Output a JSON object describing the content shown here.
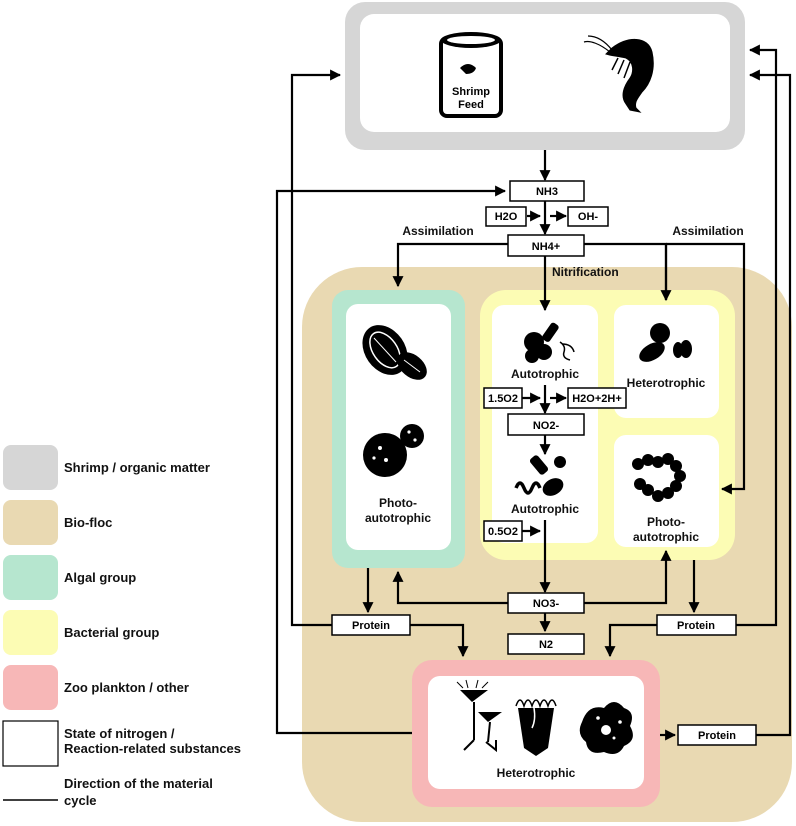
{
  "legend": {
    "shrimp": {
      "label": "Shrimp / organic matter",
      "color": "#d6d6d6"
    },
    "biofloc": {
      "label": "Bio-floc",
      "color": "#e9d9b2"
    },
    "algal": {
      "label": "Algal group",
      "color": "#b6e6cf"
    },
    "bacterial": {
      "label": "Bacterial group",
      "color": "#fcfcb4"
    },
    "zoo": {
      "label": "Zoo plankton / other",
      "color": "#f7b7b7"
    },
    "nitrogen": {
      "label1": "State of nitrogen /",
      "label2": "Reaction-related substances"
    },
    "direction": {
      "label1": "Direction of the material",
      "label2": "cycle"
    }
  },
  "shrimp_box": {
    "feed_label1": "Shrimp",
    "feed_label2": "Feed"
  },
  "nodes": {
    "nh3": "NH3",
    "h2o": "H2O",
    "oh": "OH-",
    "nh4": "NH4+",
    "o2_1": "1.5O2",
    "h2o_2h": "H2O+2H+",
    "no2": "NO2-",
    "o2_2": "0.5O2",
    "no3": "NO3-",
    "n2": "N2",
    "protein_left": "Protein",
    "protein_right": "Protein",
    "protein_bottom": "Protein"
  },
  "labels": {
    "assimilation_left": "Assimilation",
    "assimilation_right": "Assimilation",
    "nitrification": "Nitrification",
    "autotrophic_1": "Autotrophic",
    "autotrophic_2": "Autotrophic",
    "heterotrophic_bact": "Heterotrophic",
    "photo_right_1": "Photo-",
    "photo_right_2": "autotrophic",
    "photo_left_1": "Photo-",
    "photo_left_2": "autotrophic",
    "heterotrophic_zoo": "Heterotrophic"
  }
}
